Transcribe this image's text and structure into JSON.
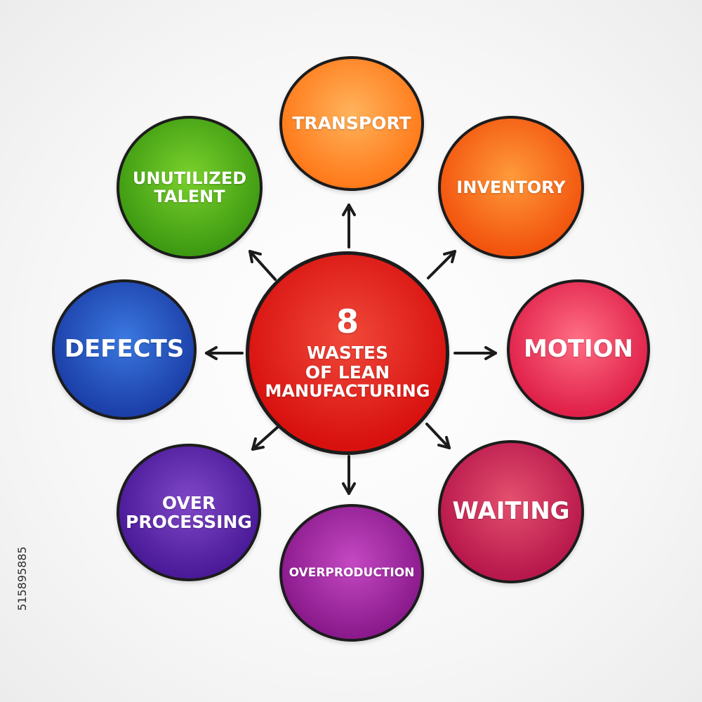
{
  "center": {
    "number": "8",
    "line1": "WASTES",
    "line2": "OF LEAN",
    "line3": "MANUFACTURING",
    "color": "#d8110f",
    "color_light": "#f0493a"
  },
  "wastes": [
    {
      "key": "transport",
      "lines": [
        "TRANSPORT"
      ],
      "color": "#ff7a1a",
      "color_light": "#ffb35c"
    },
    {
      "key": "inventory",
      "lines": [
        "INVENTORY"
      ],
      "color": "#f2540e",
      "color_light": "#ff9a3a"
    },
    {
      "key": "motion",
      "lines": [
        "MOTION"
      ],
      "color": "#e0214a",
      "color_light": "#ff6e84"
    },
    {
      "key": "waiting",
      "lines": [
        "WAITING"
      ],
      "color": "#b8184c",
      "color_light": "#e4506e"
    },
    {
      "key": "overproduction",
      "lines": [
        "OVERPRODUCTION"
      ],
      "color": "#8a1a8c",
      "color_light": "#c448c2"
    },
    {
      "key": "over-processing",
      "lines": [
        "OVER",
        "PROCESSING"
      ],
      "color": "#4a1a98",
      "color_light": "#8048c8"
    },
    {
      "key": "defects",
      "lines": [
        "DEFECTS"
      ],
      "color": "#1c3fa8",
      "color_light": "#3a78e0"
    },
    {
      "key": "unutilized-talent",
      "lines": [
        "UNUTILIZED",
        "TALENT"
      ],
      "color": "#3e9a12",
      "color_light": "#7ad12c"
    }
  ],
  "stock_id": "515895885"
}
